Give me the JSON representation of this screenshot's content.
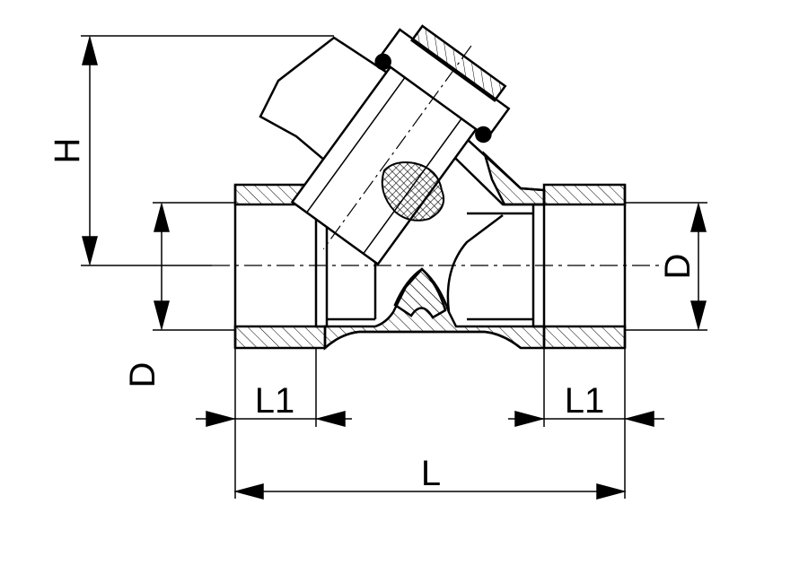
{
  "labels": {
    "height": "H",
    "diameter_right": "D",
    "diameter_left": "D",
    "thread_length_left": "L1",
    "thread_length_right": "L1",
    "overall_length": "L"
  },
  "colors": {
    "line": "#000000",
    "background": "#ffffff"
  }
}
